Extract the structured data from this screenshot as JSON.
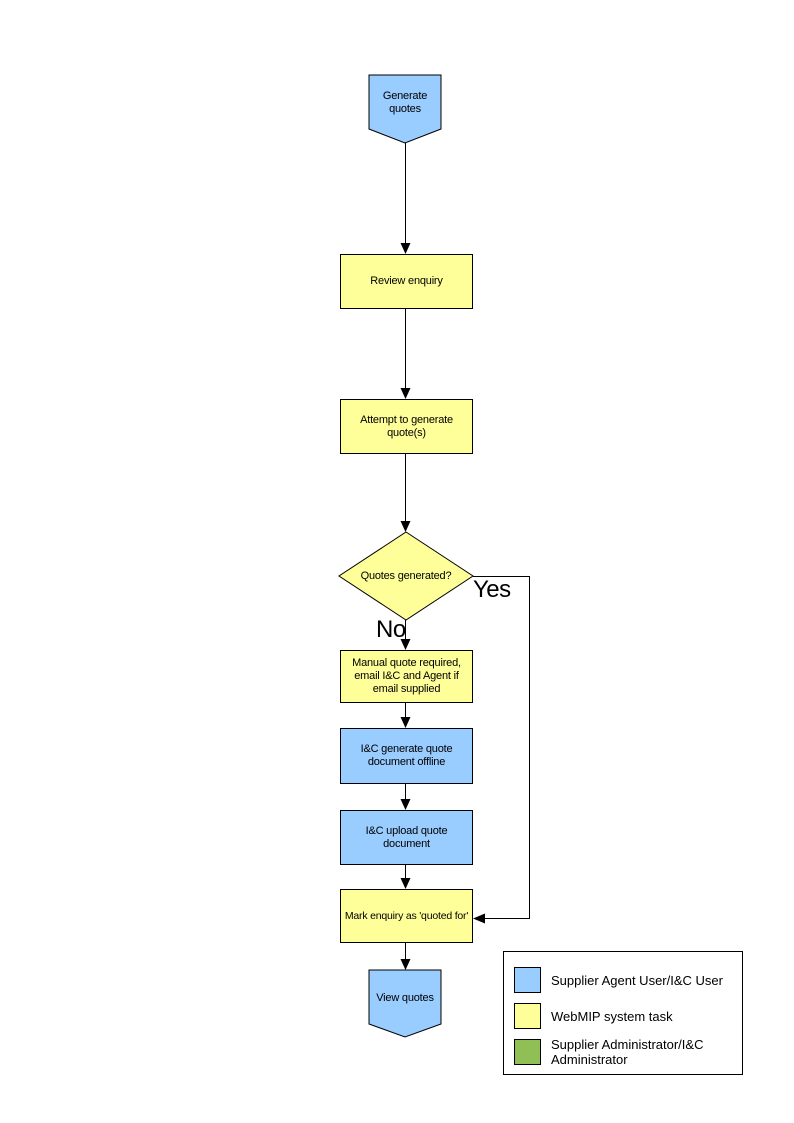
{
  "colors": {
    "actor_blue": "#99CCFF",
    "system_yellow": "#FFFF99",
    "admin_green": "#8FBF55",
    "line_black": "#000000"
  },
  "flowchart": {
    "start": "Generate quotes",
    "review": "Review enquiry",
    "attempt": "Attempt to generate quote(s)",
    "decision": "Quotes generated?",
    "yes_label": "Yes",
    "no_label": "No",
    "manual": "Manual quote required, email I&C and Agent if email supplied",
    "offline": "I&C generate quote document offline",
    "upload": "I&C upload quote document",
    "mark": "Mark enquiry as 'quoted for'",
    "end": "View quotes"
  },
  "legend": {
    "items": [
      {
        "label": "Supplier Agent User/I&C User",
        "color": "#99CCFF"
      },
      {
        "label": "WebMIP system task",
        "color": "#FFFF99"
      },
      {
        "label": "Supplier Administrator/I&C Administrator",
        "color": "#8FBF55"
      }
    ]
  }
}
